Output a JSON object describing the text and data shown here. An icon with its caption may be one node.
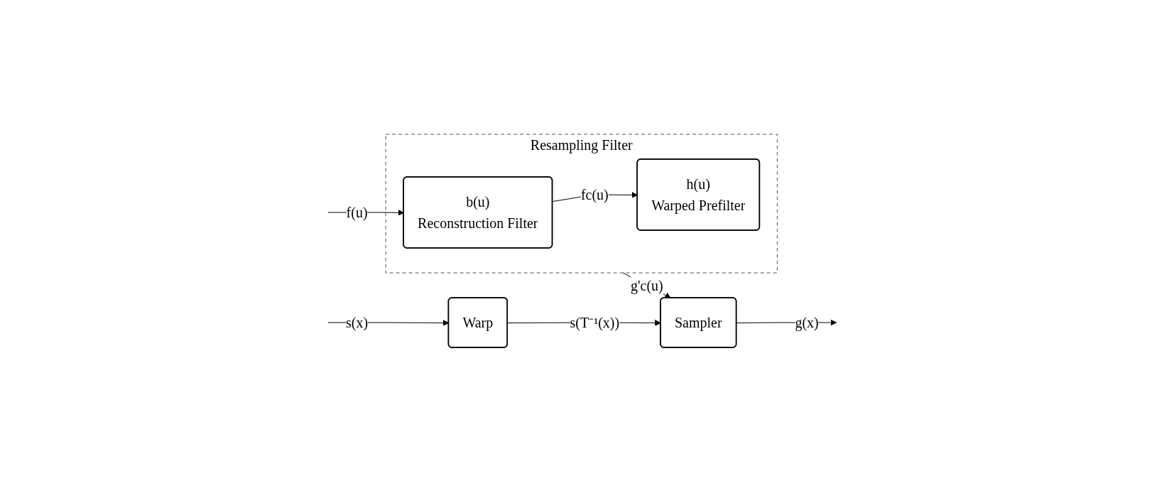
{
  "diagram": {
    "nodes": [
      {
        "text": [
          "Resampling Filter"
        ]
      },
      {
        "text": [
          "b(u)",
          "Reconstruction Filter"
        ],
        "in": 0
      },
      {
        "text": [
          "h(u)",
          "Warped Prefilter"
        ],
        "in": 0
      },
      {
        "text": [
          "Sampler"
        ]
      },
      {
        "text": [
          "Warp"
        ]
      }
    ],
    "edges": [
      {
        "from": null,
        "to": 1,
        "arrow": "to",
        "label": "f(u)"
      },
      {
        "from": 1,
        "to": 2,
        "arrow": "to",
        "label": "fc(u)"
      },
      {
        "from": 0,
        "to": 3,
        "arrow": "to",
        "label": "g'c(u)"
      },
      {
        "from": 3,
        "to": null,
        "arrow": "to",
        "label": "g(x)"
      },
      {
        "from": 4,
        "to": 3,
        "arrow": "to",
        "label": "s(T⁻¹(x))"
      },
      {
        "from": null,
        "to": 4,
        "arrow": "to",
        "label": "s(x)"
      }
    ]
  }
}
